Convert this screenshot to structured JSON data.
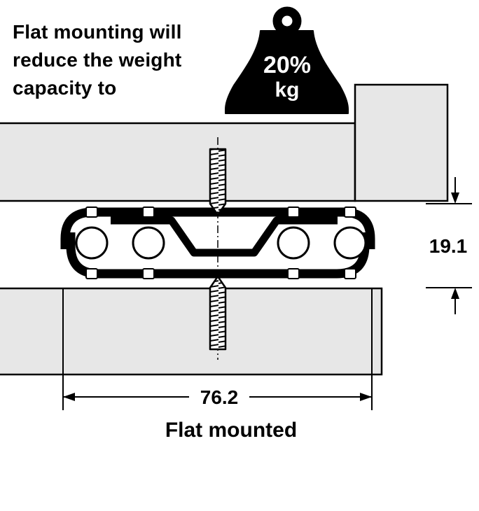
{
  "heading": {
    "line1": "Flat mounting will",
    "line2": "reduce the weight",
    "line3": "capacity to"
  },
  "weight_badge": {
    "percent": "20%",
    "unit": "kg"
  },
  "dimensions": {
    "height": "19.1",
    "width": "76.2"
  },
  "caption": "Flat mounted",
  "colors": {
    "panel_fill": "#e7e7e7",
    "line": "#000000",
    "badge_text": "#ffffff"
  }
}
